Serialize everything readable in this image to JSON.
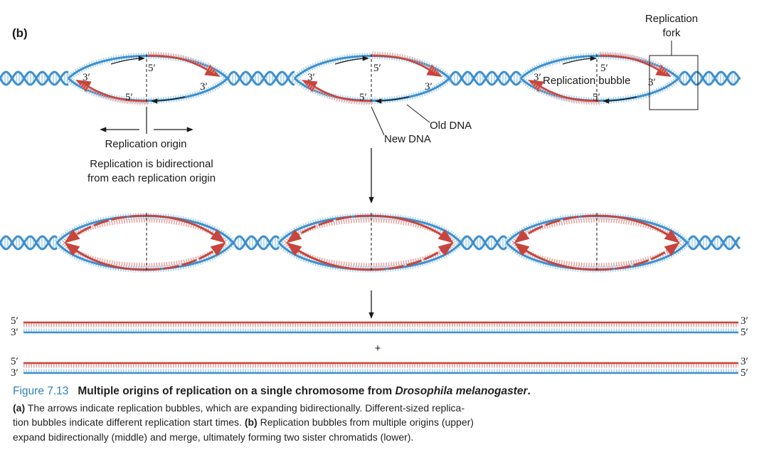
{
  "colors": {
    "old_dna": "#3f8fce",
    "old_dna_light": "#a9d3f0",
    "new_dna": "#c6453d",
    "new_dna_light": "#e8a29c",
    "ink": "#1a1a1a",
    "figure_blue": "#2f7fb5"
  },
  "panel_label": "(b)",
  "labels": {
    "replication_fork": [
      "Replication",
      "fork"
    ],
    "replication_bubble": "Replication bubble",
    "replication_origin": "Replication origin",
    "bidirectional": [
      "Replication is bidirectional",
      "from each replication origin"
    ],
    "old_dna": "Old DNA",
    "new_dna": "New DNA",
    "plus": "+"
  },
  "strand_ends": {
    "five_prime": "5′",
    "three_prime": "3′"
  },
  "caption": {
    "figure_number": "Figure 7.13",
    "figure_title_prefix": "Multiple origins of replication on a single chromosome from",
    "figure_title_species": "Drosophila melanogaster",
    "figure_title_suffix": ".",
    "part_a": "(a)",
    "part_a_text": "The arrows indicate replication bubbles, which are expanding bidirectionally. Different-sized replica-",
    "part_a_text_2": "tion bubbles indicate different replication start times.",
    "part_b": "(b)",
    "part_b_text": "Replication bubbles from multiple origins (upper)",
    "part_b_text_2": "expand bidirectionally (middle) and merge, ultimately forming two sister chromatids (lower)."
  }
}
